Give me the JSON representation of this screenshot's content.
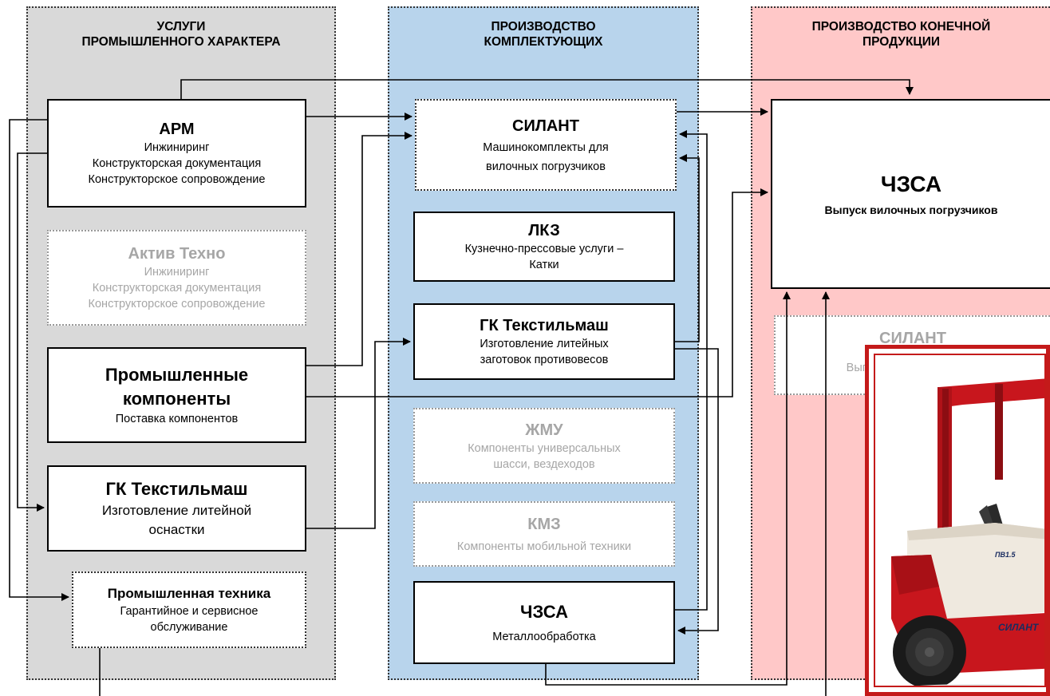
{
  "columns": {
    "services": {
      "title_1": "УСЛУГИ",
      "title_2": "ПРОМЫШЛЕННОГО ХАРАКТЕРА",
      "bg": "#d9d9d9"
    },
    "components": {
      "title_1": "ПРОИЗВОДСТВО",
      "title_2": "КОМПЛЕКТУЮЩИХ",
      "bg": "#b8d4ec"
    },
    "final": {
      "title_1": "ПРОИЗВОДСТВО КОНЕЧНОЙ",
      "title_2": "ПРОДУКЦИИ",
      "bg": "#ffc8c8"
    }
  },
  "boxes": {
    "arm": {
      "title": "АРМ",
      "l1": "Инжиниринг",
      "l2": "Конструкторская документация",
      "l3": "Конструкторское сопровождение"
    },
    "aktiv": {
      "title": "Актив Техно",
      "l1": "Инжиниринг",
      "l2": "Конструкторская документация",
      "l3": "Конструкторское сопровождение"
    },
    "prom_komp": {
      "title_1": "Промышленные",
      "title_2": "компоненты",
      "l1": "Поставка компонентов"
    },
    "gk_left": {
      "title": "ГК Текстильмаш",
      "l1": "Изготовление литейной",
      "l2": "оснастки"
    },
    "prom_tech": {
      "title": "Промышленная техника",
      "l1": "Гарантийное и сервисное",
      "l2": "обслуживание"
    },
    "silant": {
      "title": "СИЛАНТ",
      "l1": "Машинокомплекты  для",
      "l2": "вилочных погрузчиков"
    },
    "lkz": {
      "title": "ЛКЗ",
      "l1": "Кузнечно-прессовые услуги –",
      "l2": "Катки"
    },
    "gk_mid": {
      "title": "ГК Текстильмаш",
      "l1": "Изготовление литейных",
      "l2": "заготовок противовесов"
    },
    "zhmu": {
      "title": "ЖМУ",
      "l1": "Компоненты универсальных",
      "l2": "шасси, вездеходов"
    },
    "kmz": {
      "title": "КМЗ",
      "l1": "Компоненты мобильной техники"
    },
    "chzsa_mid": {
      "title": "ЧЗСА",
      "l1": "Металлообработка"
    },
    "chzsa_right": {
      "title": "ЧЗСА",
      "l1": "Выпуск вилочных погрузчиков"
    },
    "silant_right": {
      "title": "СИЛАНТ",
      "l1": "Выпуск"
    }
  },
  "photo": {
    "model_badge": "ПВ1.5",
    "brand_text": "СИЛАНТ"
  }
}
